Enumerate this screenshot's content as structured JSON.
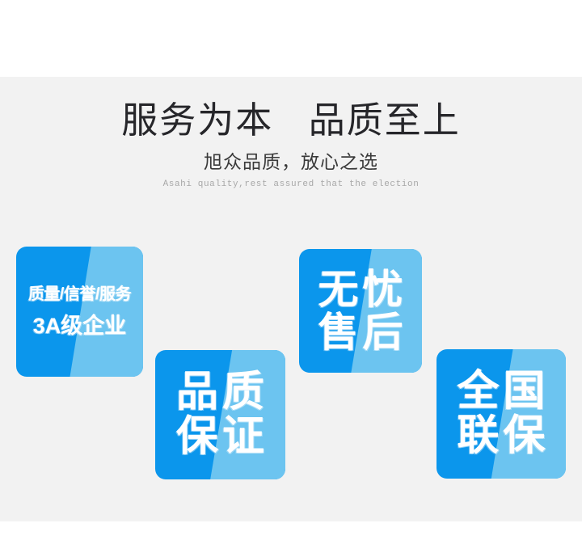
{
  "page": {
    "background_color": "#ffffff",
    "band_color": "#f2f2f2"
  },
  "heading": {
    "title": "服务为本   品质至上",
    "subtitle_cn": "旭众品质，放心之选",
    "subtitle_en": "Asahi quality,rest assured that the election",
    "title_color": "#26262a",
    "subtitle_color": "#3a3a3a",
    "subtitle_en_color": "#a8a8a8"
  },
  "badges": [
    {
      "id": "3a-enterprise",
      "line1": "质量/信誉/服务",
      "line2": "3A级企业",
      "base_color": "#0b96ec",
      "sheen_color": "#6cc4f0"
    },
    {
      "id": "quality-guarantee",
      "line1": "品质",
      "line2": "保证",
      "base_color": "#0b96ec",
      "sheen_color": "#6cc4f0"
    },
    {
      "id": "worry-free-after-sales",
      "line1": "无忧",
      "line2": "售后",
      "base_color": "#0b96ec",
      "sheen_color": "#6cc4f0"
    },
    {
      "id": "nationwide-warranty",
      "line1": "全国",
      "line2": "联保",
      "base_color": "#0b96ec",
      "sheen_color": "#6cc4f0"
    }
  ]
}
